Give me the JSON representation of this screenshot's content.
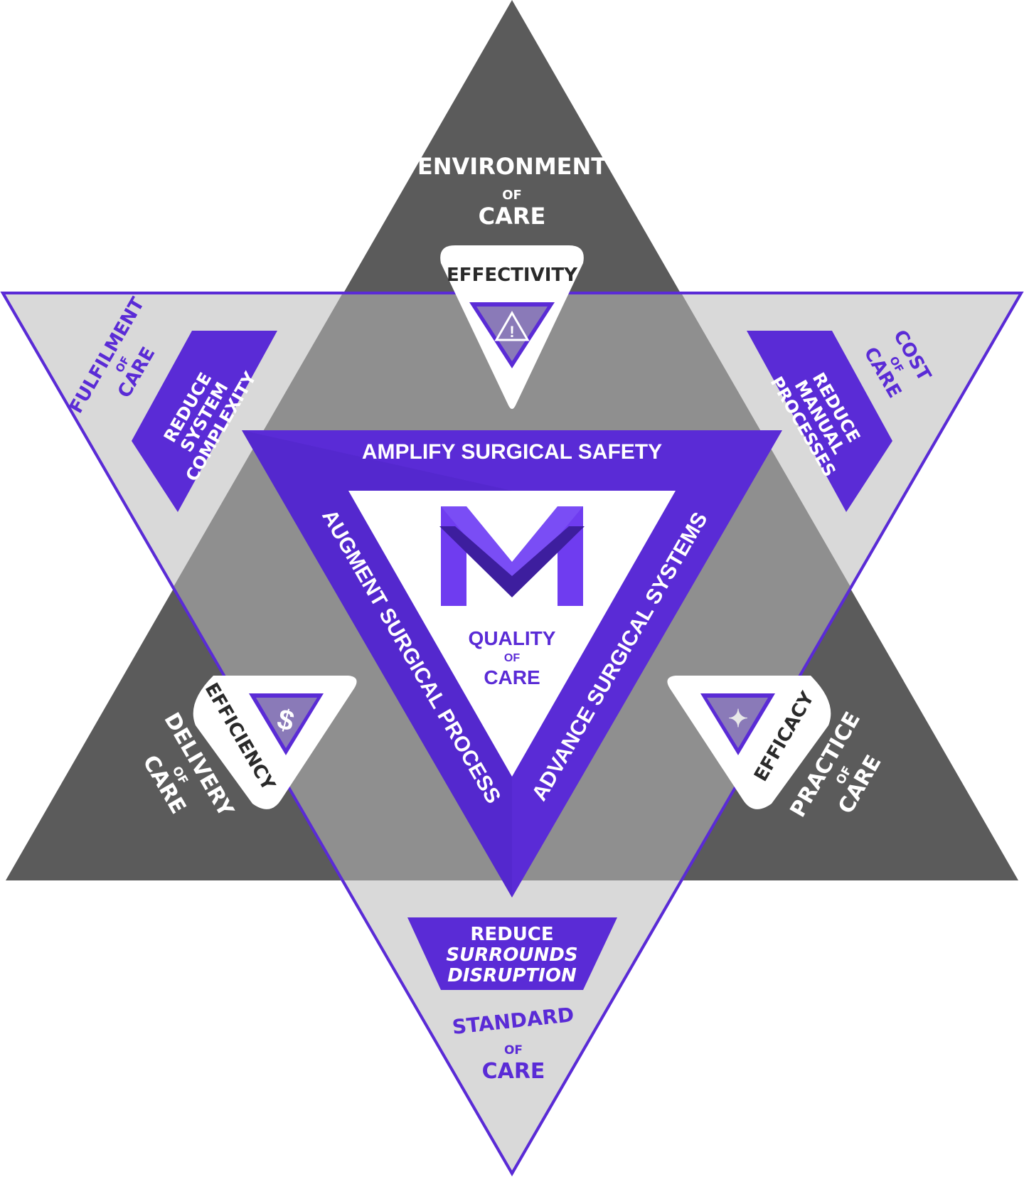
{
  "colors": {
    "dark_gray": "#5b5b5b",
    "light_gray": "#d9d9d9",
    "overlap_gray": "#8f8f8f",
    "purple": "#5a2bd6",
    "purple_dark": "#3d1e9e",
    "purple_light": "#6f3cf0",
    "white": "#ffffff"
  },
  "center": {
    "logo": "M",
    "label_line1": "QUALITY",
    "label_line2": "OF",
    "label_line3": "CARE"
  },
  "inner_triangle": {
    "top": "AMPLIFY SURGICAL SAFETY",
    "left": "AUGMENT SURGICAL PROCESS",
    "right": "ADVANCE SURGICAL SYSTEMS"
  },
  "dark_triangle": {
    "top": {
      "line1": "ENVIRONMENT",
      "line2": "OF",
      "line3": "CARE"
    },
    "left": {
      "line1": "DELIVERY",
      "line2": "OF",
      "line3": "CARE"
    },
    "right": {
      "line1": "PRACTICE",
      "line2": "OF",
      "line3": "CARE"
    }
  },
  "light_triangle": {
    "left": {
      "line1": "FULFILMENT",
      "line2": "OF",
      "line3": "CARE"
    },
    "right": {
      "line1": "COST",
      "line2": "OF",
      "line3": "CARE"
    },
    "bottom": {
      "line1": "STANDARD",
      "line2": "OF",
      "line3": "CARE"
    }
  },
  "badges": {
    "top": {
      "label": "EFFECTIVITY",
      "icon": "warning-icon",
      "glyph": "!"
    },
    "left": {
      "label": "EFFICIENCY",
      "icon": "dollar-icon",
      "glyph": "$"
    },
    "right": {
      "label": "EFFICACY",
      "icon": "caduceus-icon",
      "glyph": "✦"
    }
  },
  "banners": {
    "left": {
      "line1": "REDUCE",
      "line2": "SYSTEM",
      "line3": "COMPLEXITY"
    },
    "right": {
      "line1": "REDUCE",
      "line2": "MANUAL",
      "line3": "PROCESSES"
    },
    "bottom": {
      "line1": "REDUCE",
      "line2": "SURROUNDS",
      "line3": "DISRUPTION"
    }
  }
}
